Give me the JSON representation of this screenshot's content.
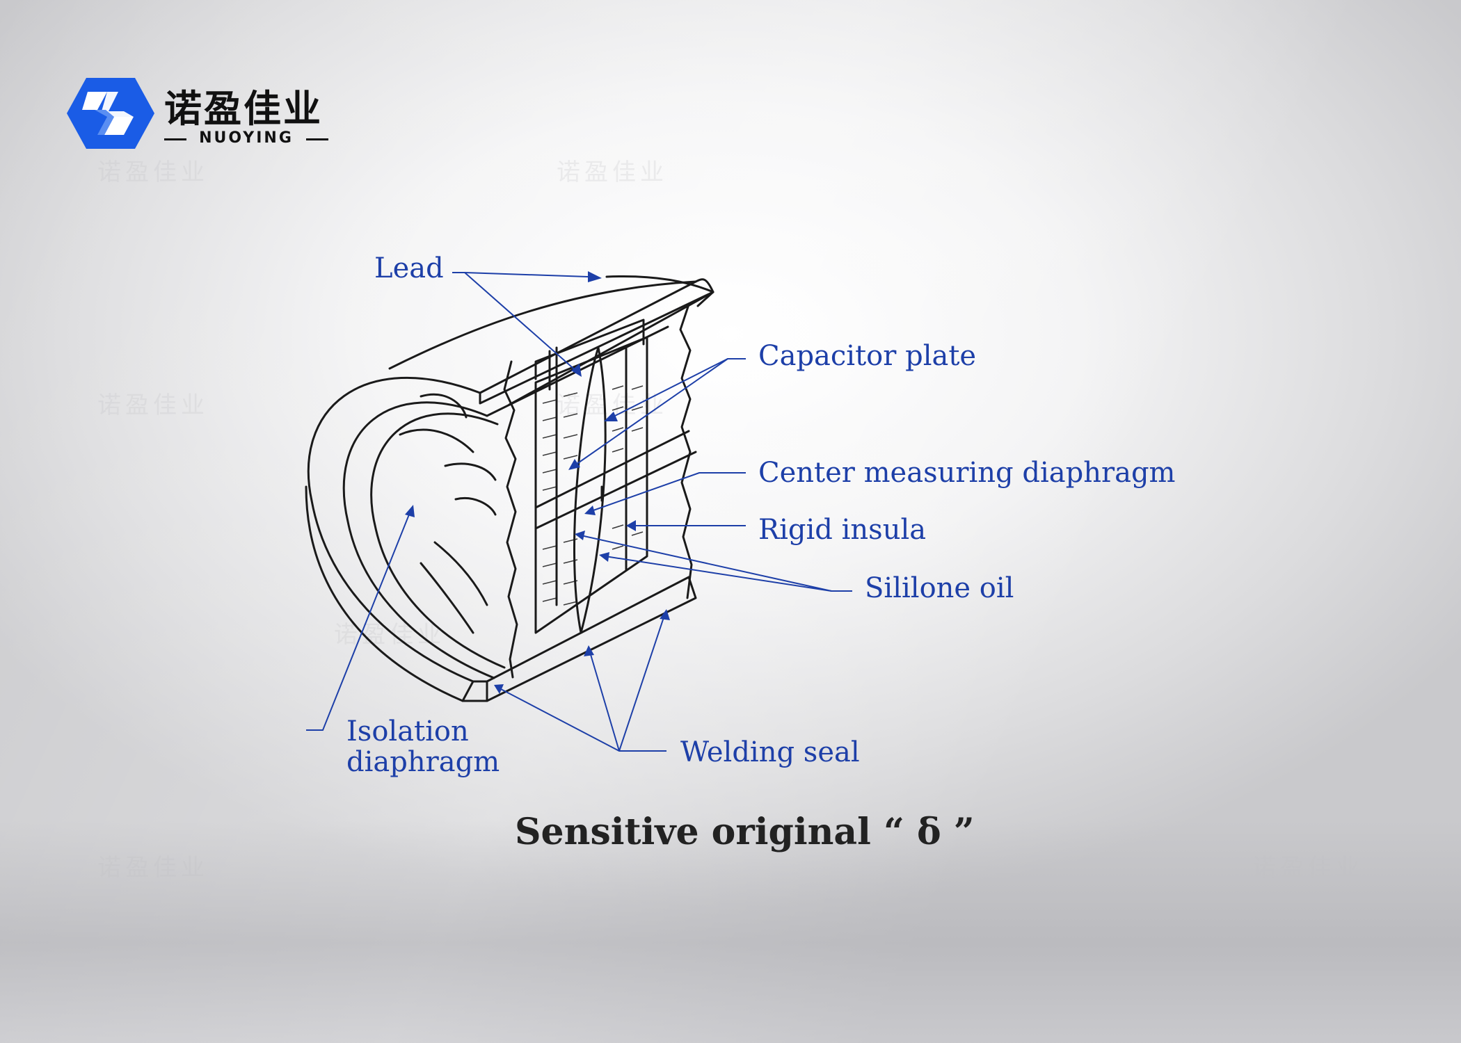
{
  "logo": {
    "name_cn": "诺盈佳业",
    "name_en": "NUOYING",
    "brand_color": "#1a5ce6"
  },
  "watermark": {
    "text": "诺盈佳业"
  },
  "labels": {
    "lead": "Lead",
    "capacitor_plate": "Capacitor plate",
    "center_measuring_diaphragm": "Center measuring diaphragm",
    "rigid_insula": "Rigid insula",
    "silicone_oil": "Sililone oil",
    "isolation_diaphragm_line1": "Isolation",
    "isolation_diaphragm_line2": "diaphragm",
    "welding_seal": "Welding seal"
  },
  "caption": "Sensitive original “ δ ”",
  "colors": {
    "label": "#1d3fa8",
    "drawing": "#1a1a1a",
    "caption": "#222222"
  }
}
